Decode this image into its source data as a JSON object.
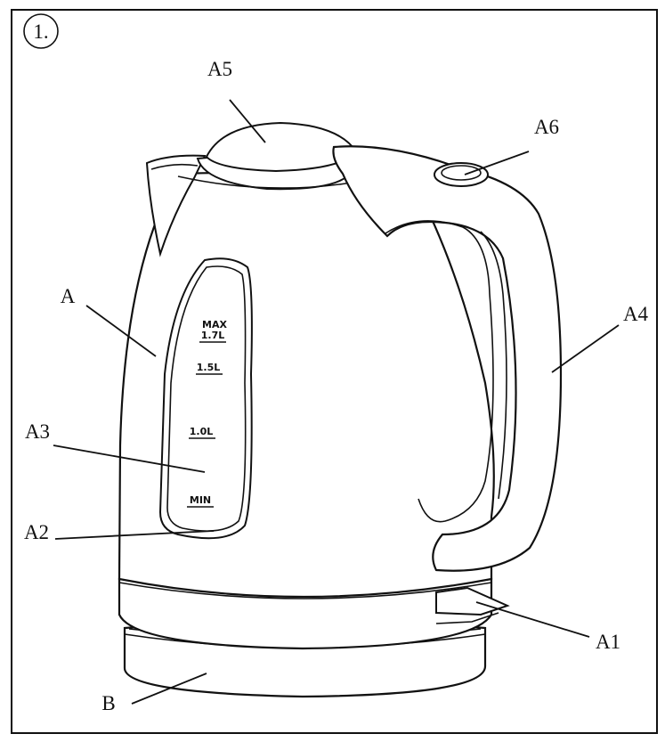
{
  "figure_number": "1.",
  "labels": {
    "A": "A",
    "A1": "A1",
    "A2": "A2",
    "A3": "A3",
    "A4": "A4",
    "A5": "A5",
    "A6": "A6",
    "B": "B"
  },
  "window_marks": {
    "max": "MAX",
    "max_volume": "1.7L",
    "mid1": "1.5L",
    "mid2": "1.0L",
    "min": "MIN"
  }
}
